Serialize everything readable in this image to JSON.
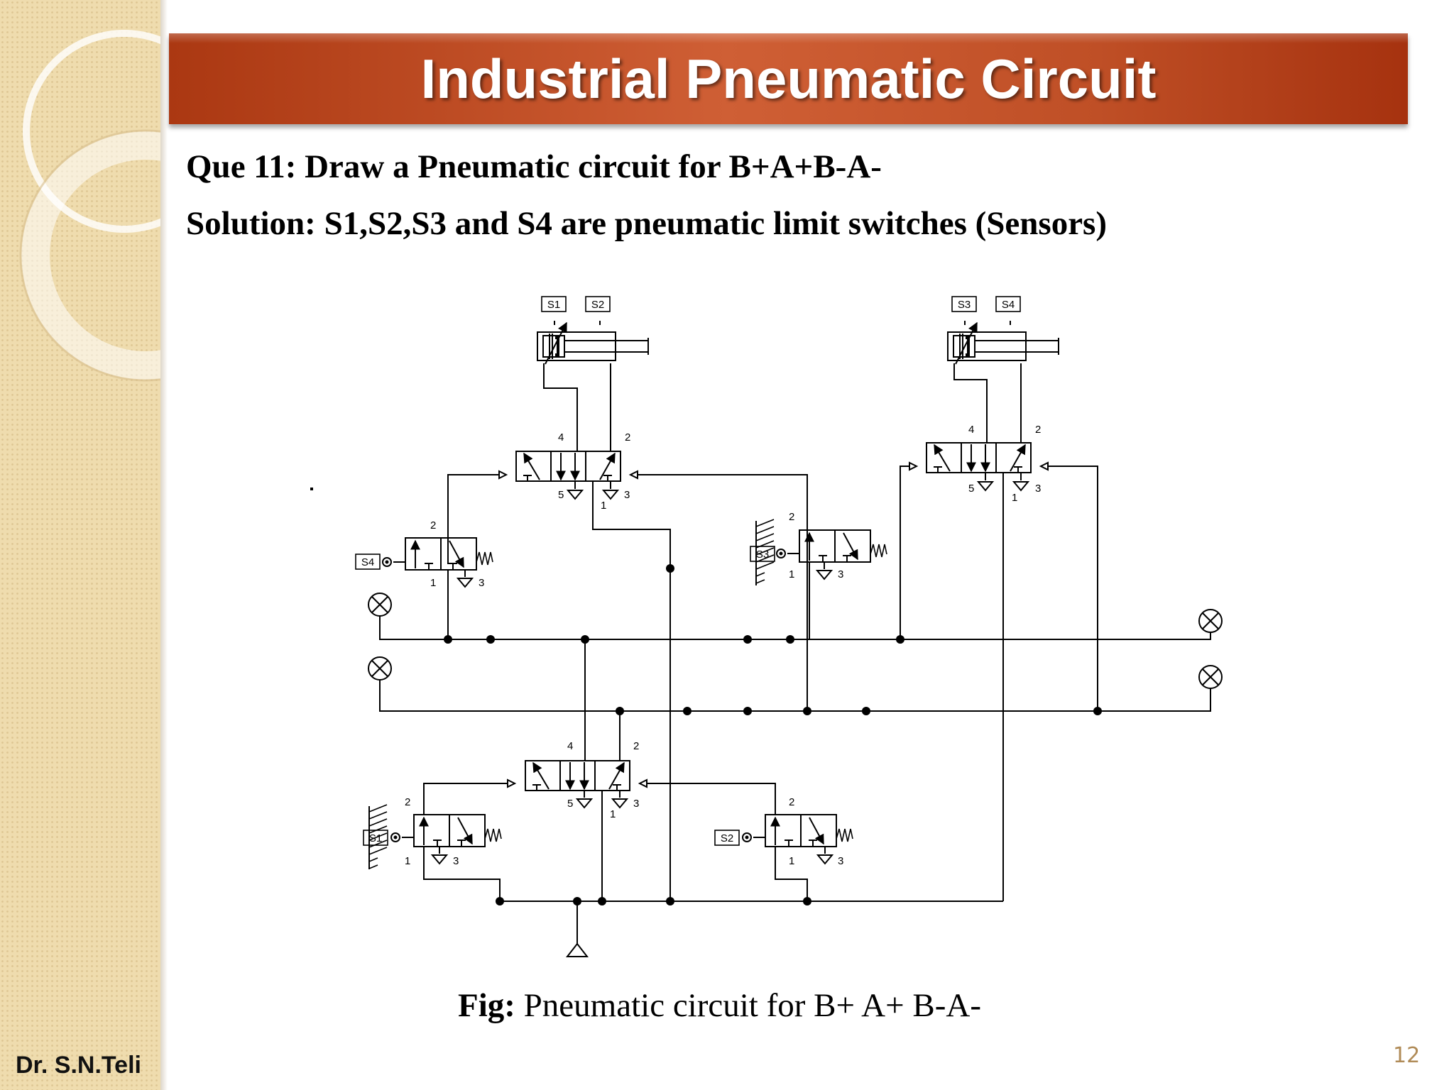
{
  "slide": {
    "title": "Industrial Pneumatic Circuit",
    "question": "Que 11: Draw  a  Pneumatic circuit  for B+A+B-A-",
    "solution": "Solution: S1,S2,S3 and S4 are pneumatic limit switches (Sensors)",
    "caption_bold": "Fig:",
    "caption_text": " Pneumatic circuit  for B+ A+ B-A-",
    "author": "Dr. S.N.Teli",
    "page_number": "12"
  },
  "diagram": {
    "cylinder_a": {
      "sensor_left": "S1",
      "sensor_right": "S2"
    },
    "cylinder_b": {
      "sensor_left": "S3",
      "sensor_right": "S4"
    },
    "valve_a": {
      "p4": "4",
      "p2": "2",
      "p5": "5",
      "p3": "3",
      "p1": "1"
    },
    "valve_b": {
      "p4": "4",
      "p2": "2",
      "p5": "5",
      "p3": "3",
      "p1": "1"
    },
    "valve_m": {
      "p4": "4",
      "p2": "2",
      "p5": "5",
      "p3": "3",
      "p1": "1"
    },
    "switch_s4": {
      "label": "S4",
      "p2": "2",
      "p1": "1",
      "p3": "3"
    },
    "switch_s3": {
      "label": "S3",
      "p2": "2",
      "p1": "1",
      "p3": "3"
    },
    "switch_s1": {
      "label": "S1",
      "p2": "2",
      "p1": "1",
      "p3": "3"
    },
    "switch_s2": {
      "label": "S2",
      "p2": "2",
      "p1": "1",
      "p3": "3"
    }
  },
  "colors": {
    "banner": "#c0502a",
    "title_text": "#ffffff",
    "sidebar": "#efdcae",
    "page_number": "#b08b57"
  }
}
